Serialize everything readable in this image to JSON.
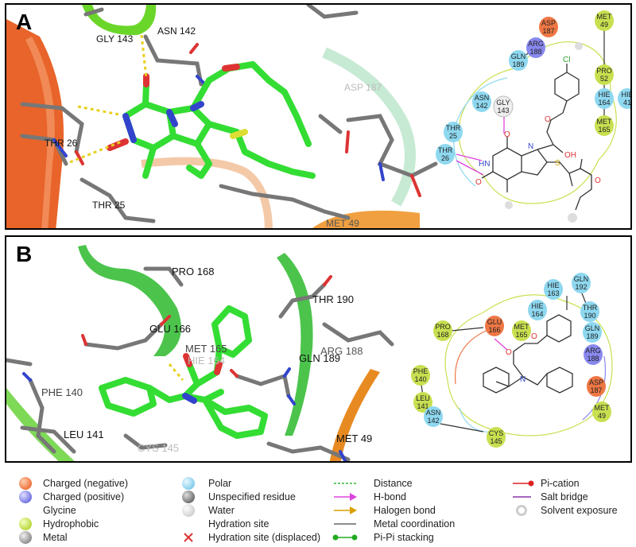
{
  "panel_a": {
    "letter": "A",
    "residues_3d": [
      "GLY 143",
      "ASN 142",
      "THR 26",
      "THR 25",
      "ASP 187",
      "MET 49"
    ],
    "residues_2d": [
      {
        "name": "ASP",
        "num": "187",
        "type": "negative"
      },
      {
        "name": "MET",
        "num": "49",
        "type": "hydrophobic"
      },
      {
        "name": "ARG",
        "num": "188",
        "type": "positive"
      },
      {
        "name": "GLN",
        "num": "189",
        "type": "polar"
      },
      {
        "name": "PRO",
        "num": "52",
        "type": "hydrophobic"
      },
      {
        "name": "HIE",
        "num": "164",
        "type": "polar"
      },
      {
        "name": "HIE",
        "num": "41",
        "type": "polar"
      },
      {
        "name": "MET",
        "num": "165",
        "type": "hydrophobic"
      },
      {
        "name": "ASN",
        "num": "142",
        "type": "polar"
      },
      {
        "name": "GLY",
        "num": "143",
        "type": "glycine"
      },
      {
        "name": "THR",
        "num": "25",
        "type": "polar"
      },
      {
        "name": "THR",
        "num": "26",
        "type": "polar"
      }
    ],
    "atoms": {
      "cl": "Cl",
      "o": "O",
      "oh": "OH",
      "s": "S",
      "n": "N",
      "hn": "HN"
    }
  },
  "panel_b": {
    "letter": "B",
    "residues_3d": [
      "PRO 168",
      "THR 190",
      "GLU 166",
      "MET 165",
      "HIE 164",
      "ARG 188",
      "GLN 189",
      "PHE 140",
      "LEU 141",
      "CYS 145",
      "MET 49"
    ],
    "residues_2d": [
      {
        "name": "HIE",
        "num": "163",
        "type": "polar"
      },
      {
        "name": "GLN",
        "num": "192",
        "type": "polar"
      },
      {
        "name": "HIE",
        "num": "164",
        "type": "polar"
      },
      {
        "name": "MET",
        "num": "165",
        "type": "hydrophobic"
      },
      {
        "name": "THR",
        "num": "190",
        "type": "polar"
      },
      {
        "name": "GLU",
        "num": "166",
        "type": "negative"
      },
      {
        "name": "GLN",
        "num": "189",
        "type": "polar"
      },
      {
        "name": "PRO",
        "num": "168",
        "type": "hydrophobic"
      },
      {
        "name": "ARG",
        "num": "188",
        "type": "positive"
      },
      {
        "name": "PHE",
        "num": "140",
        "type": "hydrophobic"
      },
      {
        "name": "ASP",
        "num": "187",
        "type": "negative"
      },
      {
        "name": "LEU",
        "num": "141",
        "type": "hydrophobic"
      },
      {
        "name": "MET",
        "num": "49",
        "type": "hydrophobic"
      },
      {
        "name": "ASN",
        "num": "142",
        "type": "polar"
      },
      {
        "name": "CYS",
        "num": "145",
        "type": "hydrophobic"
      }
    ],
    "atoms": {
      "o": "O",
      "n": "N"
    }
  },
  "legend": {
    "col1": [
      "Charged (negative)",
      "Charged (positive)",
      "Glycine",
      "Hydrophobic",
      "Metal"
    ],
    "col2": [
      "Polar",
      "Unspecified residue",
      "Water",
      "Hydration site",
      "Hydration site (displaced)"
    ],
    "col3": [
      "Distance",
      "H-bond",
      "Halogen bond",
      "Metal coordination",
      "Pi-Pi stacking"
    ],
    "col4": [
      "Pi-cation",
      "Salt bridge",
      "Solvent exposure"
    ]
  },
  "colors": {
    "negative": "#ee7744",
    "positive": "#8888ee",
    "hydrophobic": "#c8e050",
    "polar": "#8ed8f0",
    "glycine": "#eeeeee",
    "unspecified": "#999999",
    "ligand": "#33dd33",
    "hbond": "#dd44dd"
  }
}
